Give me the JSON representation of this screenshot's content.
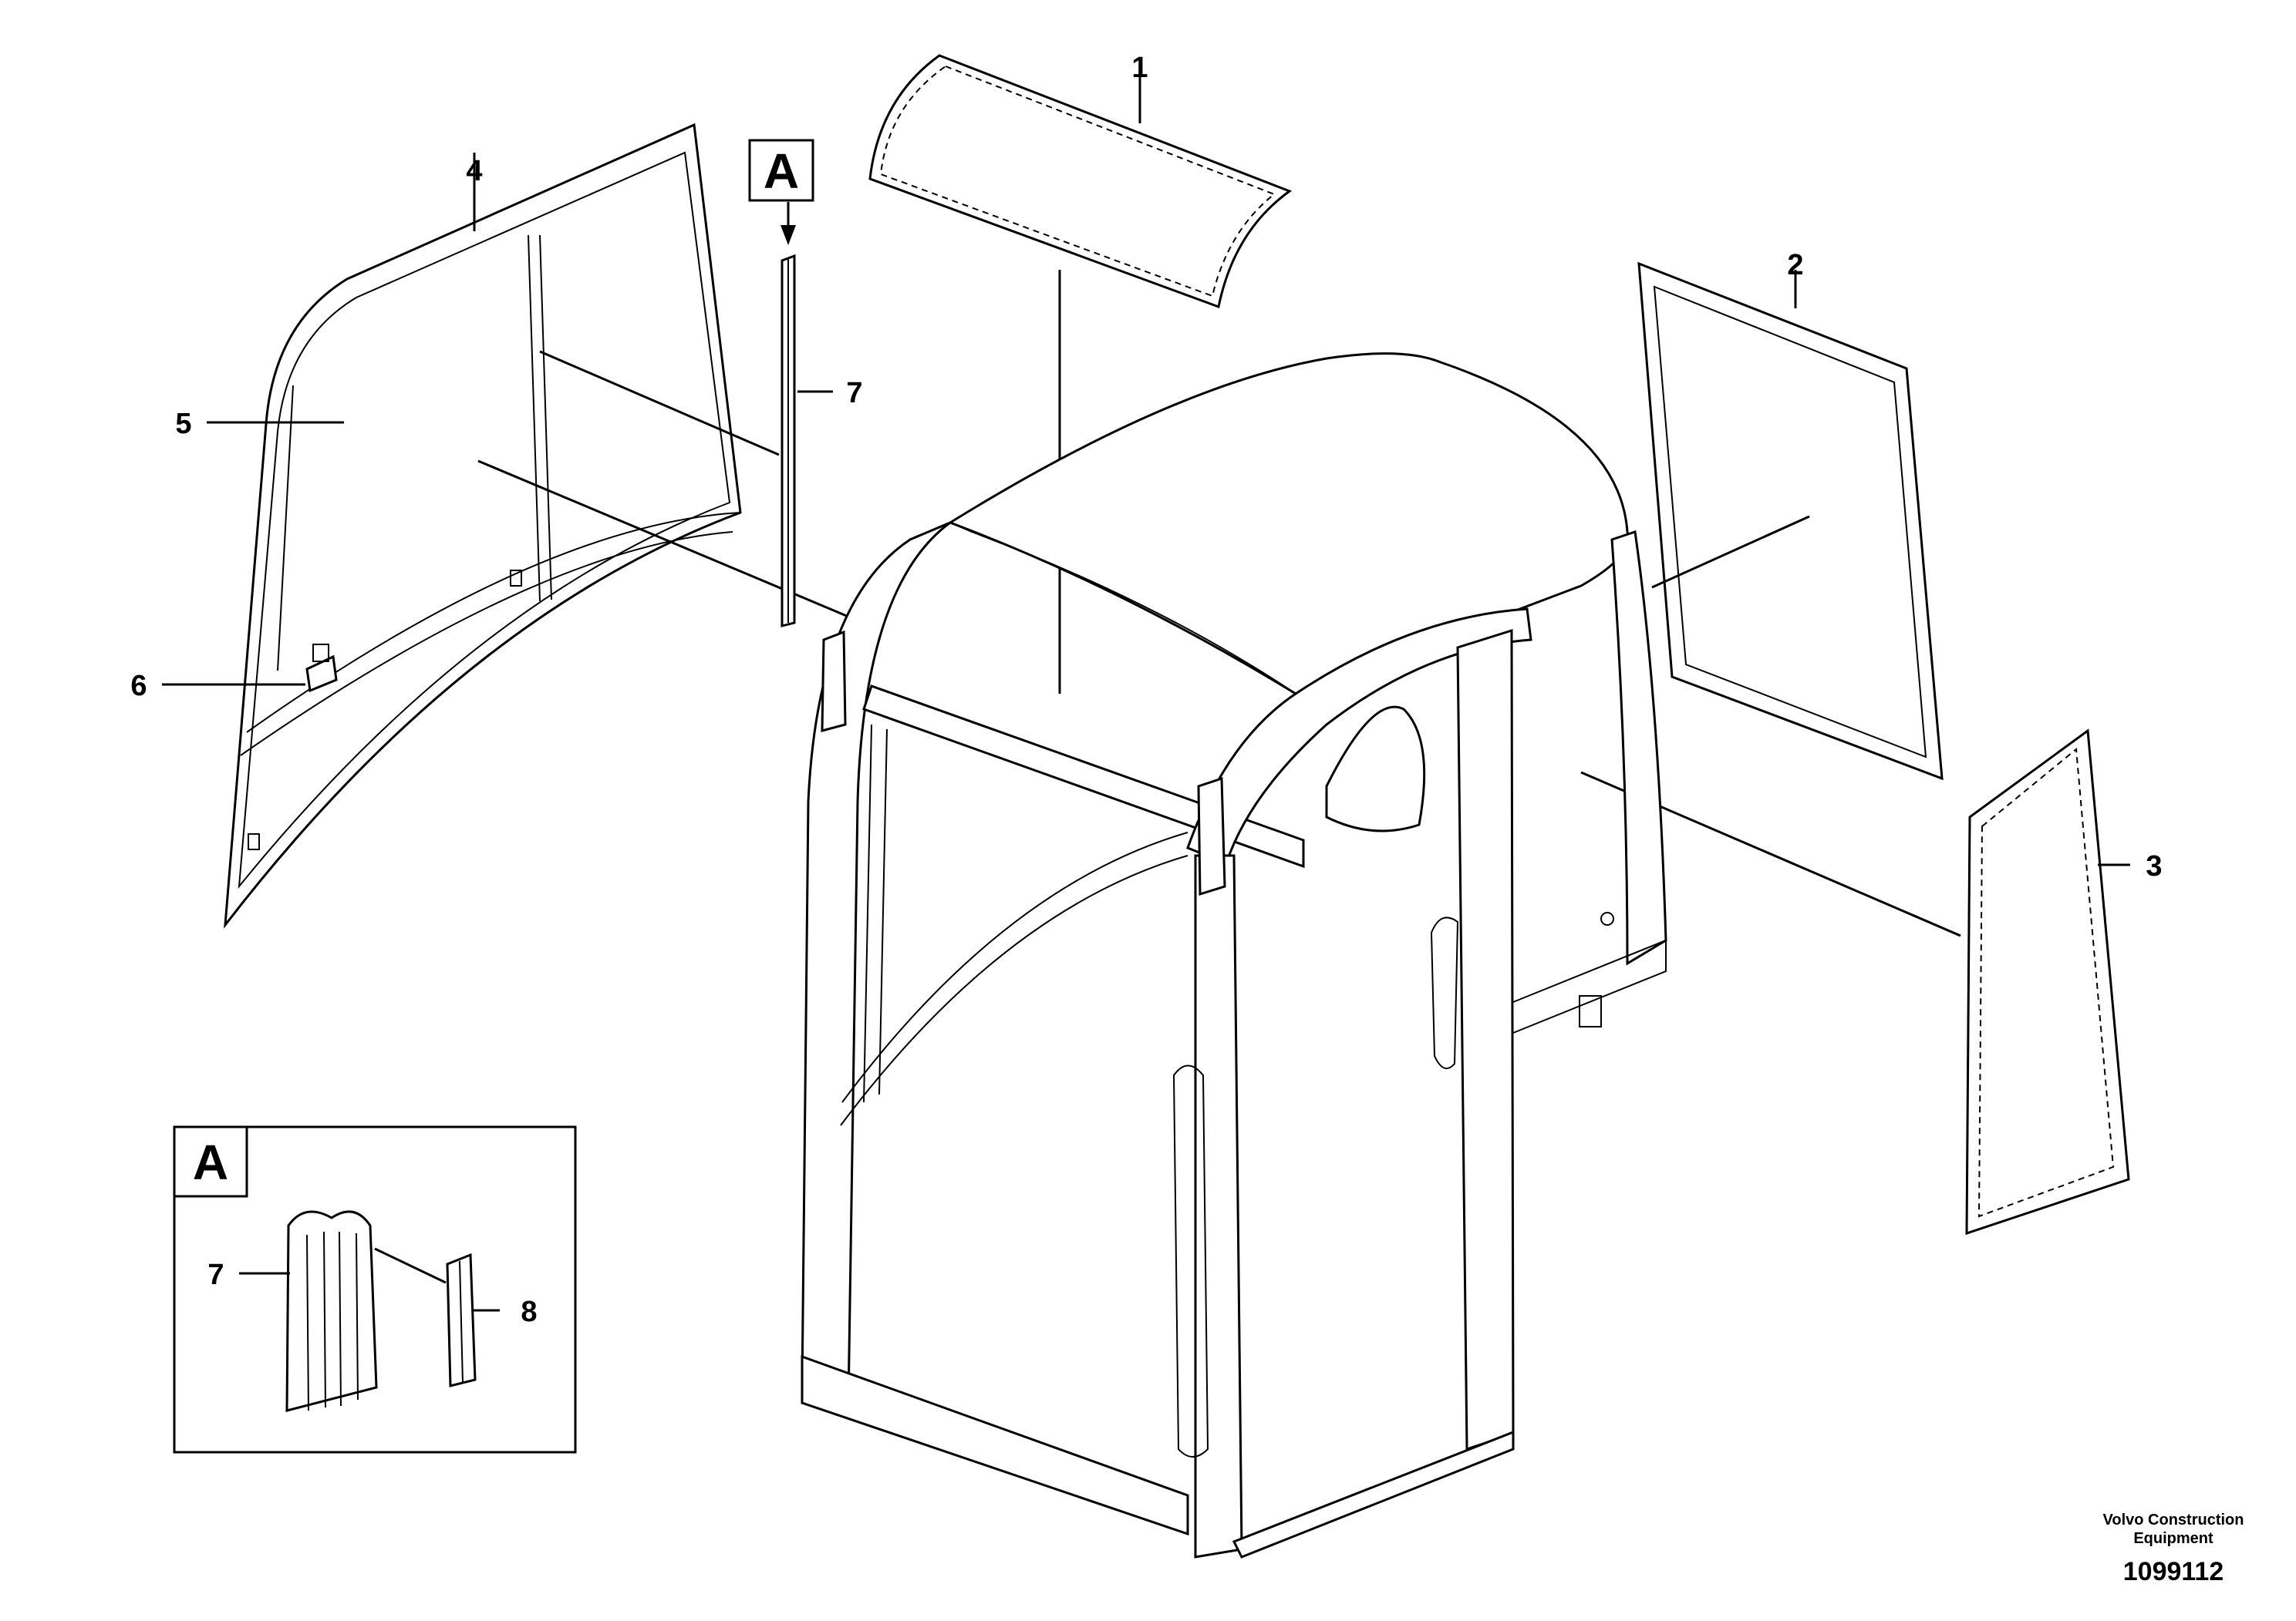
{
  "callouts": {
    "c1": "1",
    "c2": "2",
    "c3": "3",
    "c4": "4",
    "c5": "5",
    "c6": "6",
    "c7": "7",
    "c7_detail": "7",
    "c8": "8"
  },
  "detail": {
    "marker_label": "A",
    "box_label": "A"
  },
  "footer": {
    "brand_line1": "Volvo Construction",
    "brand_line2": "Equipment",
    "drawing_number": "1099112"
  }
}
